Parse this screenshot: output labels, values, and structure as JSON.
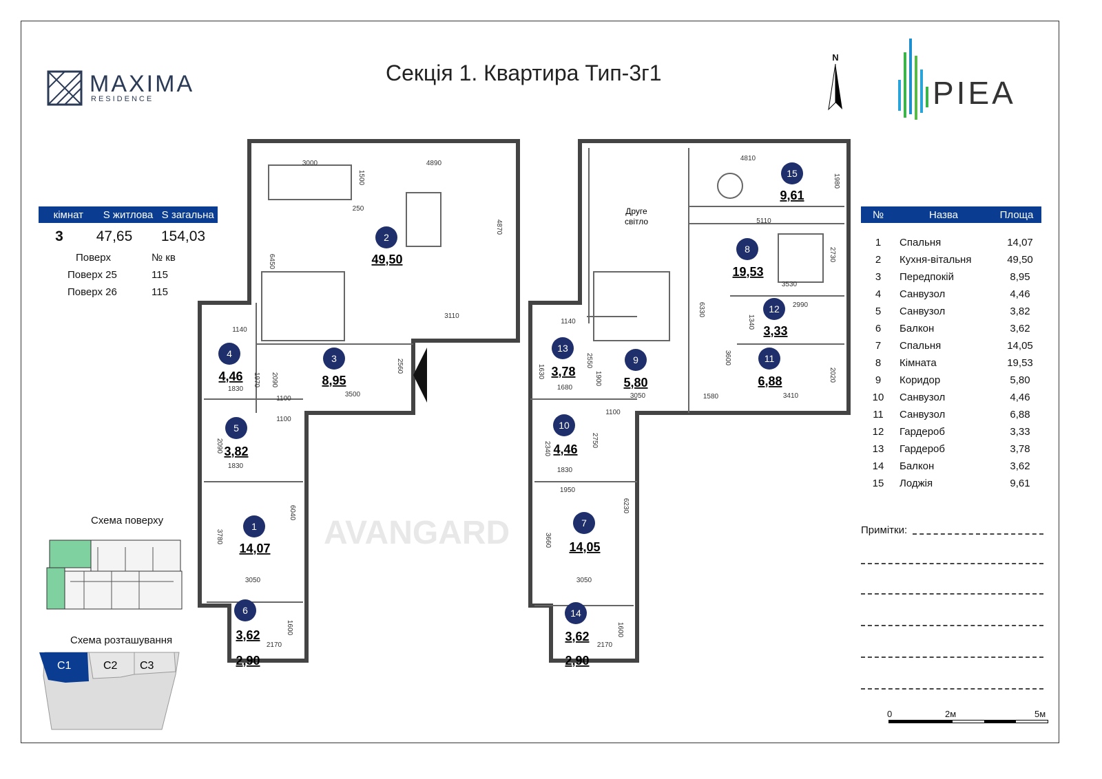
{
  "title": "Секція 1. Квартира Тип-3г1",
  "brand": {
    "name": "MAXIMA",
    "sub": "RESIDENCE",
    "developer": "PIEA"
  },
  "watermark": "AVANGARD",
  "north": "N",
  "summary": {
    "headers": [
      "кімнат",
      "S житлова",
      "S загальна"
    ],
    "rooms": "3",
    "living": "47,65",
    "total": "154,03",
    "floor_header": "Поверх",
    "apt_header": "№ кв",
    "floors": [
      {
        "floor": "Поверх 25",
        "apt": "115"
      },
      {
        "floor": "Поверх 26",
        "apt": "115"
      }
    ]
  },
  "rooms_table": {
    "headers": [
      "№",
      "Назва",
      "Площа"
    ],
    "rows": [
      {
        "n": "1",
        "name": "Спальня",
        "area": "14,07"
      },
      {
        "n": "2",
        "name": "Кухня-вітальня",
        "area": "49,50"
      },
      {
        "n": "3",
        "name": "Передпокій",
        "area": "8,95"
      },
      {
        "n": "4",
        "name": "Санвузол",
        "area": "4,46"
      },
      {
        "n": "5",
        "name": "Санвузол",
        "area": "3,82"
      },
      {
        "n": "6",
        "name": "Балкон",
        "area": "3,62"
      },
      {
        "n": "7",
        "name": "Спальня",
        "area": "14,05"
      },
      {
        "n": "8",
        "name": "Кімната",
        "area": "19,53"
      },
      {
        "n": "9",
        "name": "Коридор",
        "area": "5,80"
      },
      {
        "n": "10",
        "name": "Санвузол",
        "area": "4,46"
      },
      {
        "n": "11",
        "name": "Санвузол",
        "area": "6,88"
      },
      {
        "n": "12",
        "name": "Гардероб",
        "area": "3,33"
      },
      {
        "n": "13",
        "name": "Гардероб",
        "area": "3,78"
      },
      {
        "n": "14",
        "name": "Балкон",
        "area": "3,62"
      },
      {
        "n": "15",
        "name": "Лоджія",
        "area": "9,61"
      }
    ]
  },
  "plan_labels": {
    "second_light": [
      "Друге",
      "світло"
    ],
    "balcony_6_alt": "2,90",
    "balcony_14_alt": "2,90"
  },
  "dimensions": [
    "3000",
    "4890",
    "1500",
    "250",
    "4870",
    "6450",
    "3110",
    "1140",
    "1970",
    "2090",
    "2560",
    "3500",
    "1100",
    "1100",
    "2090",
    "1830",
    "1830",
    "6040",
    "3780",
    "3050",
    "1600",
    "2170",
    "4810",
    "1980",
    "5110",
    "2730",
    "3530",
    "2990",
    "1340",
    "6330",
    "3600",
    "2020",
    "3410",
    "1580",
    "1140",
    "2550",
    "1630",
    "1680",
    "1900",
    "3050",
    "1100",
    "2340",
    "2750",
    "1830",
    "1950",
    "6230",
    "3660",
    "3050",
    "1600",
    "2170"
  ],
  "notes_label": "Примітки:",
  "schemes": {
    "floor": "Схема поверху",
    "location": "Схема розташування",
    "sections": [
      "C1",
      "C2",
      "C3"
    ]
  },
  "scale": {
    "labels": [
      "0",
      "2м",
      "5м"
    ]
  }
}
